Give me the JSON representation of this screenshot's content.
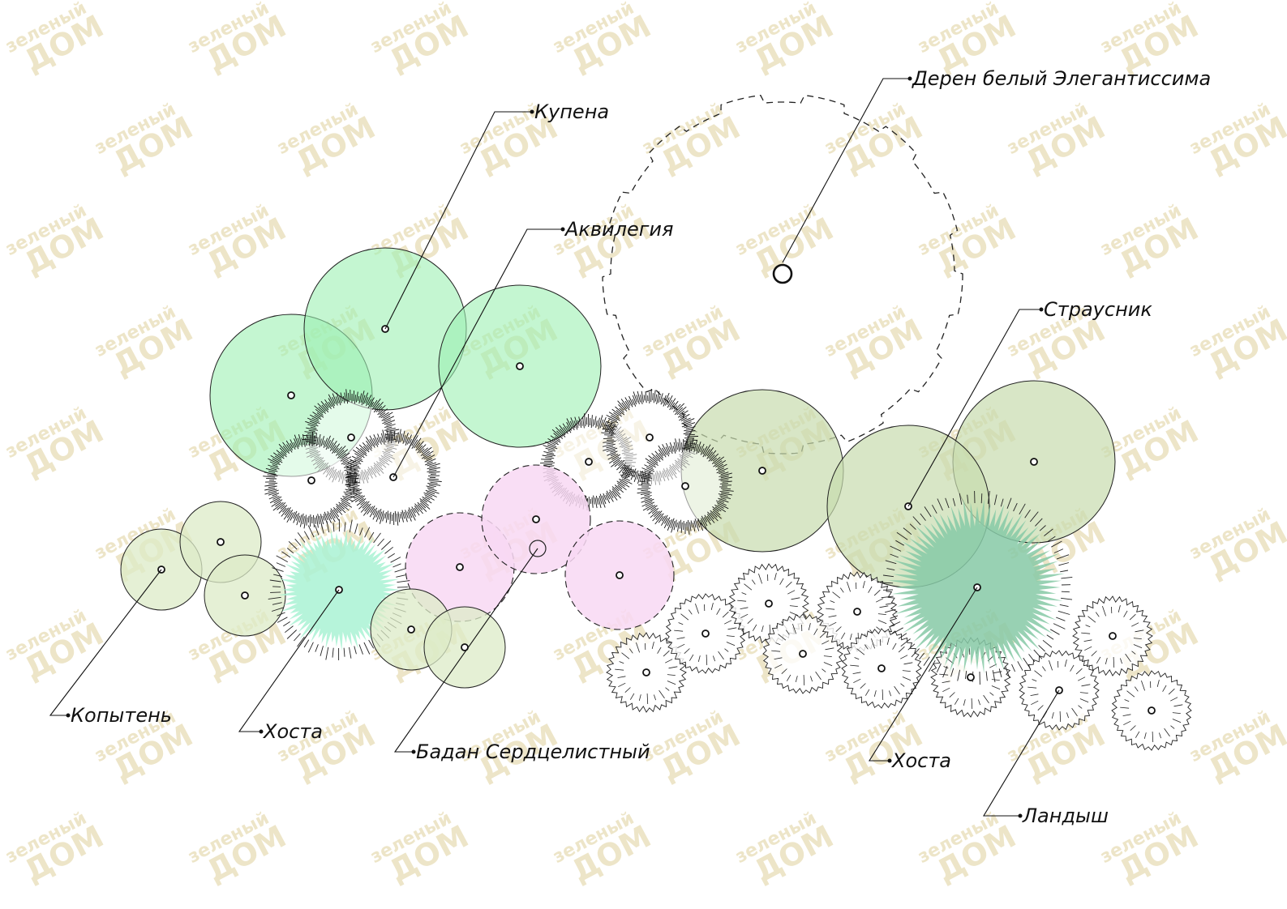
{
  "watermark": {
    "top_word": "зеленый",
    "bottom_word": "ДОМ",
    "color": "#ede5c8"
  },
  "labels": {
    "deren": "Дерен белый Элегантиссима",
    "kupena": "Купена",
    "akvilegia": "Аквилегия",
    "strausnik": "Страусник",
    "kopyten": "Копытень",
    "hosta_left": "Хоста",
    "badan": "Бадан Сердцелистный",
    "hosta_right": "Хоста",
    "landysh": "Ландыш"
  },
  "colors": {
    "kupena_fill": "#9cf0b2",
    "strausnik_fill": "#c8dcae",
    "kopyten_fill": "#dcebc7",
    "hosta_left_fill": "#a9f2d4",
    "hosta_right_fill": "#86c9a6",
    "badan_fill": "#f8d8f3",
    "outline": "#222222"
  }
}
